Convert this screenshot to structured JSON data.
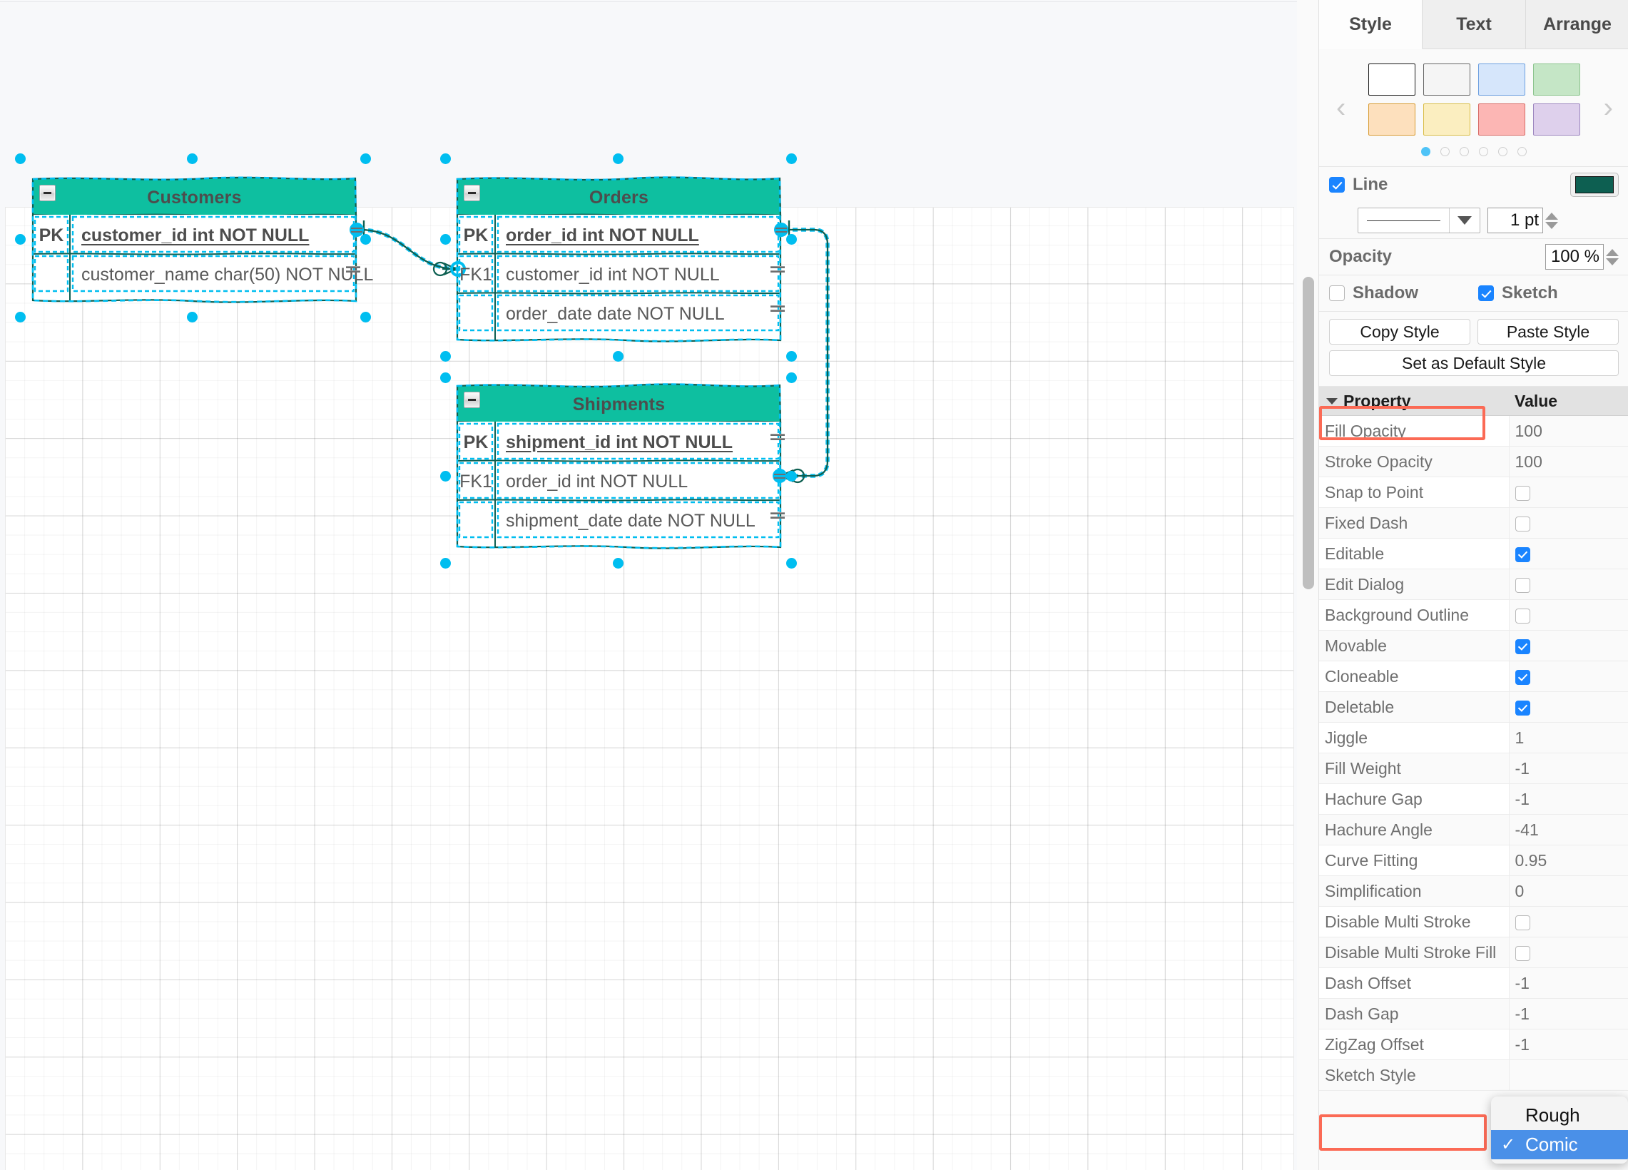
{
  "panel": {
    "tabs": [
      {
        "label": "Style",
        "active": true
      },
      {
        "label": "Text",
        "active": false
      },
      {
        "label": "Arrange",
        "active": false
      }
    ],
    "swatches": {
      "prev_icon": "chevron-left-icon",
      "next_icon": "chevron-right-icon",
      "colors": [
        "#ffffff",
        "#f5f5f5",
        "#d6e6fb",
        "#c5e6c6",
        "#fde0bd",
        "#fbeec0",
        "#fcb6b4",
        "#ded0ec"
      ],
      "borders": [
        "#1a1a1a",
        "#666666",
        "#6c9fe0",
        "#8cc48e",
        "#d89a30",
        "#d9bd47",
        "#d76a65",
        "#9d86bf"
      ],
      "page_count": 6,
      "active_page": 1
    },
    "line": {
      "label": "Line",
      "checked": true,
      "color": "#0d5f51",
      "style_icon": "solid-line-icon",
      "width_value": "1 pt"
    },
    "opacity": {
      "label": "Opacity",
      "value": "100 %"
    },
    "shadow": {
      "label": "Shadow",
      "checked": false
    },
    "sketch": {
      "label": "Sketch",
      "checked": true
    },
    "buttons": {
      "copy_style": "Copy Style",
      "paste_style": "Paste Style",
      "set_default": "Set as Default Style"
    },
    "properties": {
      "header_property": "Property",
      "header_value": "Value",
      "rows": [
        {
          "name": "Fill Opacity",
          "type": "text",
          "value": "100"
        },
        {
          "name": "Stroke Opacity",
          "type": "text",
          "value": "100"
        },
        {
          "name": "Snap to Point",
          "type": "checkbox",
          "checked": false
        },
        {
          "name": "Fixed Dash",
          "type": "checkbox",
          "checked": false
        },
        {
          "name": "Editable",
          "type": "checkbox",
          "checked": true
        },
        {
          "name": "Edit Dialog",
          "type": "checkbox",
          "checked": false
        },
        {
          "name": "Background Outline",
          "type": "checkbox",
          "checked": false
        },
        {
          "name": "Movable",
          "type": "checkbox",
          "checked": true
        },
        {
          "name": "Cloneable",
          "type": "checkbox",
          "checked": true
        },
        {
          "name": "Deletable",
          "type": "checkbox",
          "checked": true
        },
        {
          "name": "Jiggle",
          "type": "text",
          "value": "1"
        },
        {
          "name": "Fill Weight",
          "type": "text",
          "value": "-1"
        },
        {
          "name": "Hachure Gap",
          "type": "text",
          "value": "-1"
        },
        {
          "name": "Hachure Angle",
          "type": "text",
          "value": "-41"
        },
        {
          "name": "Curve Fitting",
          "type": "text",
          "value": "0.95"
        },
        {
          "name": "Simplification",
          "type": "text",
          "value": "0"
        },
        {
          "name": "Disable Multi Stroke",
          "type": "checkbox",
          "checked": false
        },
        {
          "name": "Disable Multi Stroke Fill",
          "type": "checkbox",
          "checked": false
        },
        {
          "name": "Dash Offset",
          "type": "text",
          "value": "-1"
        },
        {
          "name": "Dash Gap",
          "type": "text",
          "value": "-1"
        },
        {
          "name": "ZigZag Offset",
          "type": "text",
          "value": "-1"
        },
        {
          "name": "Sketch Style",
          "type": "text",
          "value": ""
        }
      ]
    },
    "sketch_style_menu": {
      "items": [
        {
          "label": "Rough",
          "selected": false
        },
        {
          "label": "Comic",
          "selected": true
        }
      ],
      "check_glyph": "✓"
    }
  },
  "canvas": {
    "header_fill": "#0ebfa0",
    "stroke_color": "#0d5f51",
    "selection_color": "#00bef0",
    "tables": [
      {
        "name": "Customers",
        "collapse_icon": "collapse-minus-icon",
        "rows": [
          {
            "key": "PK",
            "field": "customer_id int NOT NULL",
            "primary": true
          },
          {
            "key": "",
            "field": "customer_name char(50) NOT NULL",
            "primary": false
          }
        ]
      },
      {
        "name": "Orders",
        "collapse_icon": "collapse-minus-icon",
        "rows": [
          {
            "key": "PK",
            "field": "order_id int NOT NULL",
            "primary": true
          },
          {
            "key": "FK1",
            "field": "customer_id int NOT NULL",
            "primary": false
          },
          {
            "key": "",
            "field": "order_date date NOT NULL",
            "primary": false
          }
        ]
      },
      {
        "name": "Shipments",
        "collapse_icon": "collapse-minus-icon",
        "rows": [
          {
            "key": "PK",
            "field": "shipment_id int NOT NULL",
            "primary": true
          },
          {
            "key": "FK1",
            "field": "order_id int NOT NULL",
            "primary": false
          },
          {
            "key": "",
            "field": "shipment_date date NOT NULL",
            "primary": false
          }
        ]
      }
    ]
  }
}
